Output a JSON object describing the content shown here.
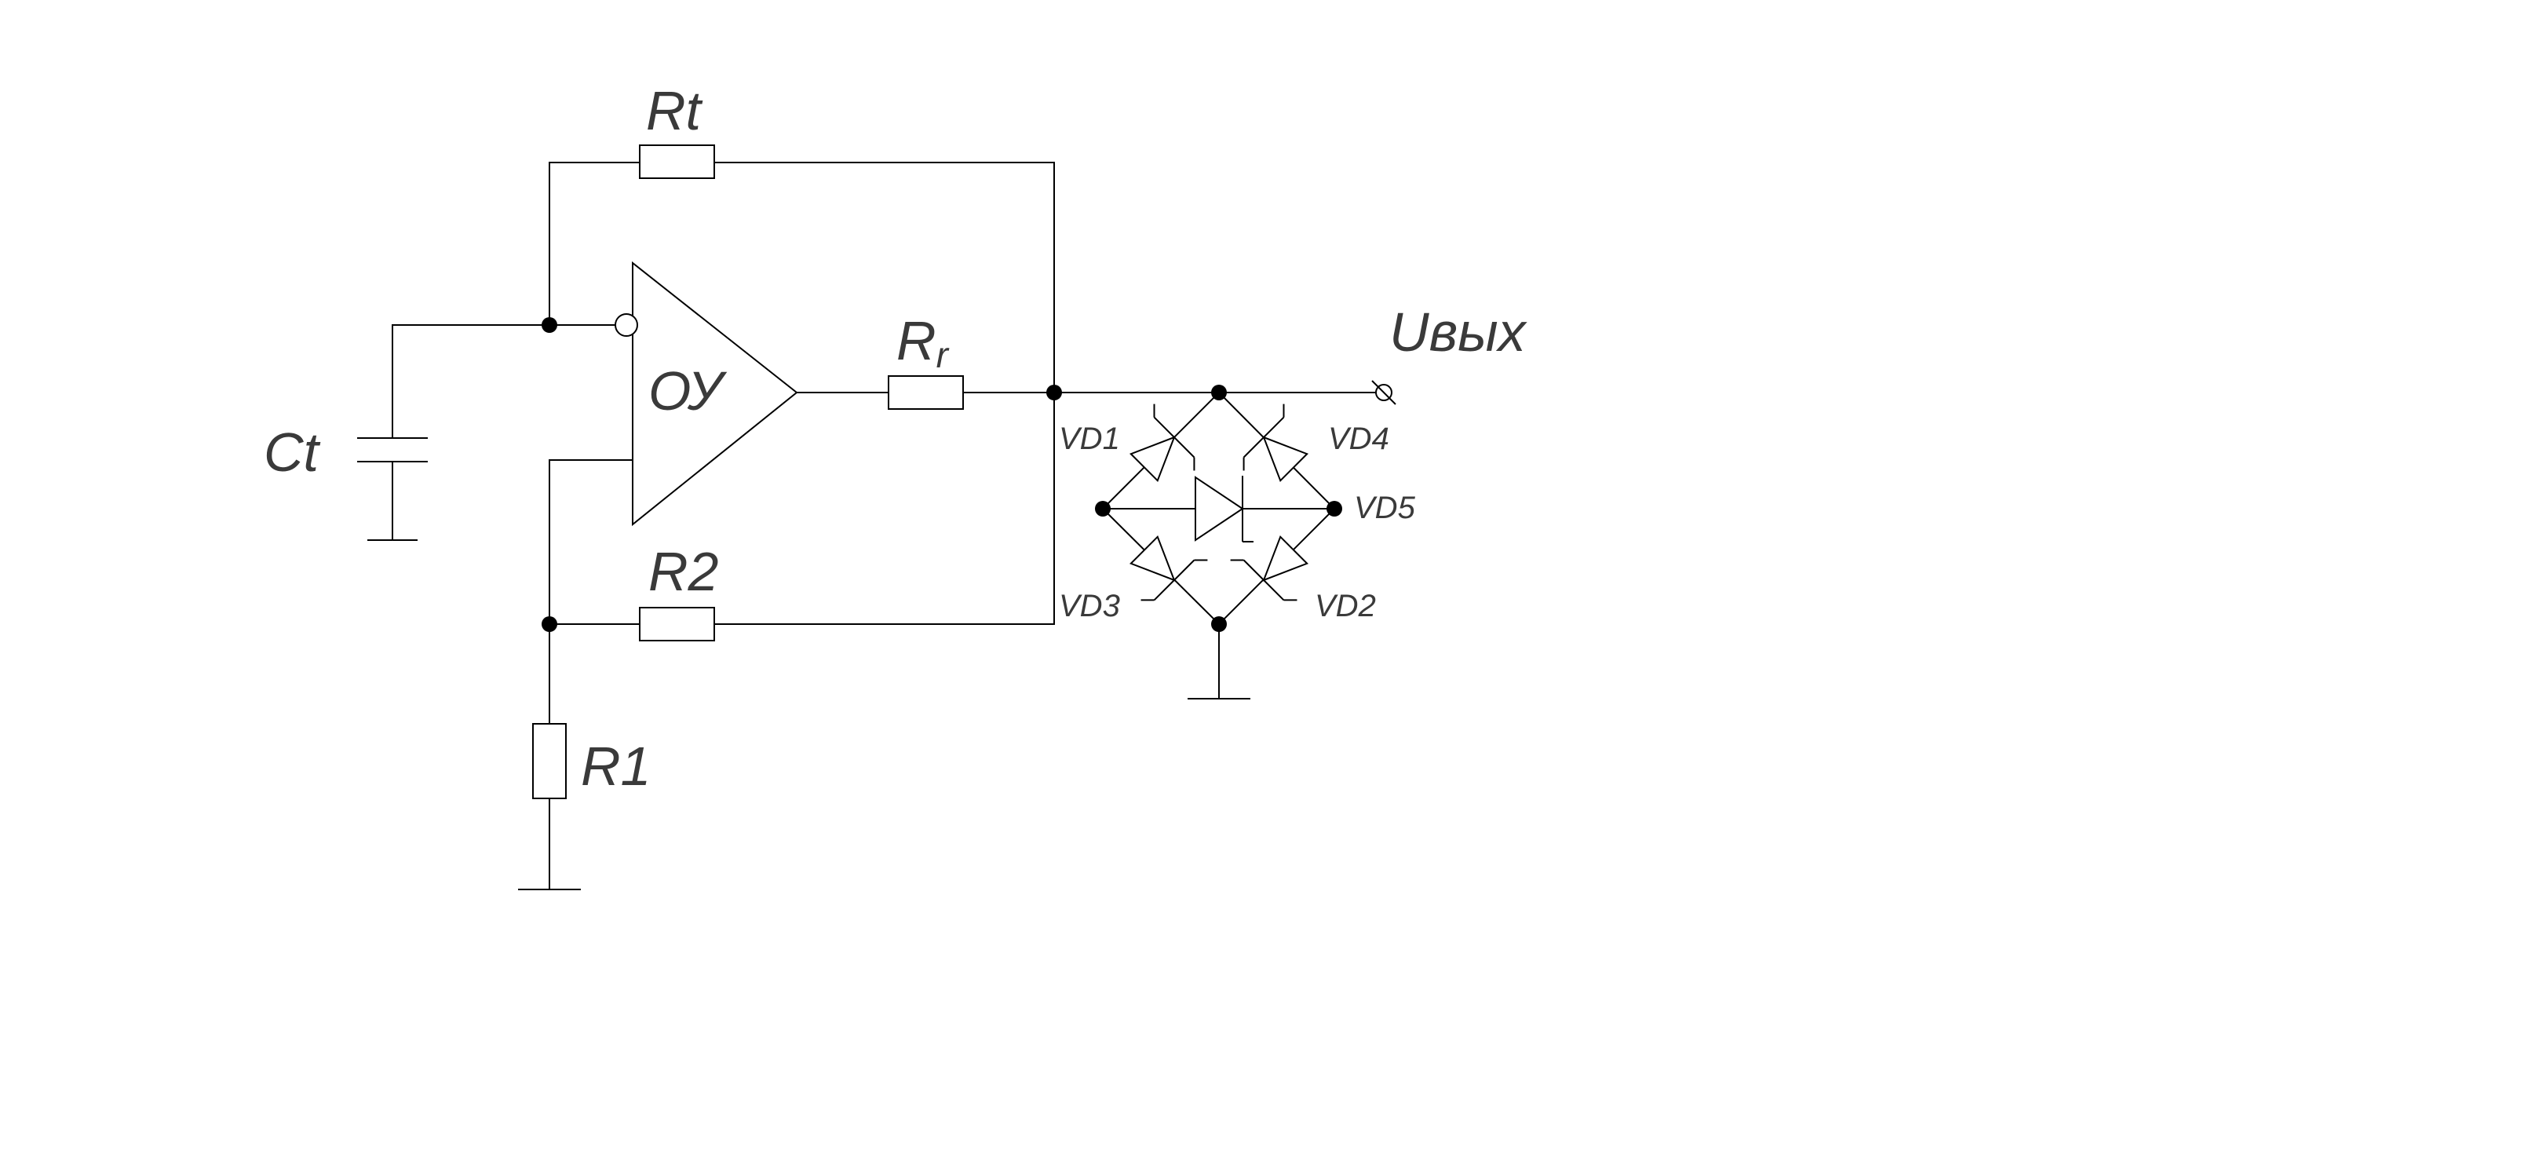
{
  "labels": {
    "rt": "Rt",
    "rr_main": "R",
    "rr_sub": "r",
    "r2": "R2",
    "r1": "R1",
    "ct": "Ct",
    "opamp": "ОУ",
    "uvyx_u": "U",
    "uvyx_rest": "вых",
    "vd1": "VD1",
    "vd2": "VD2",
    "vd3": "VD3",
    "vd4": "VD4",
    "vd5": "VD5"
  }
}
